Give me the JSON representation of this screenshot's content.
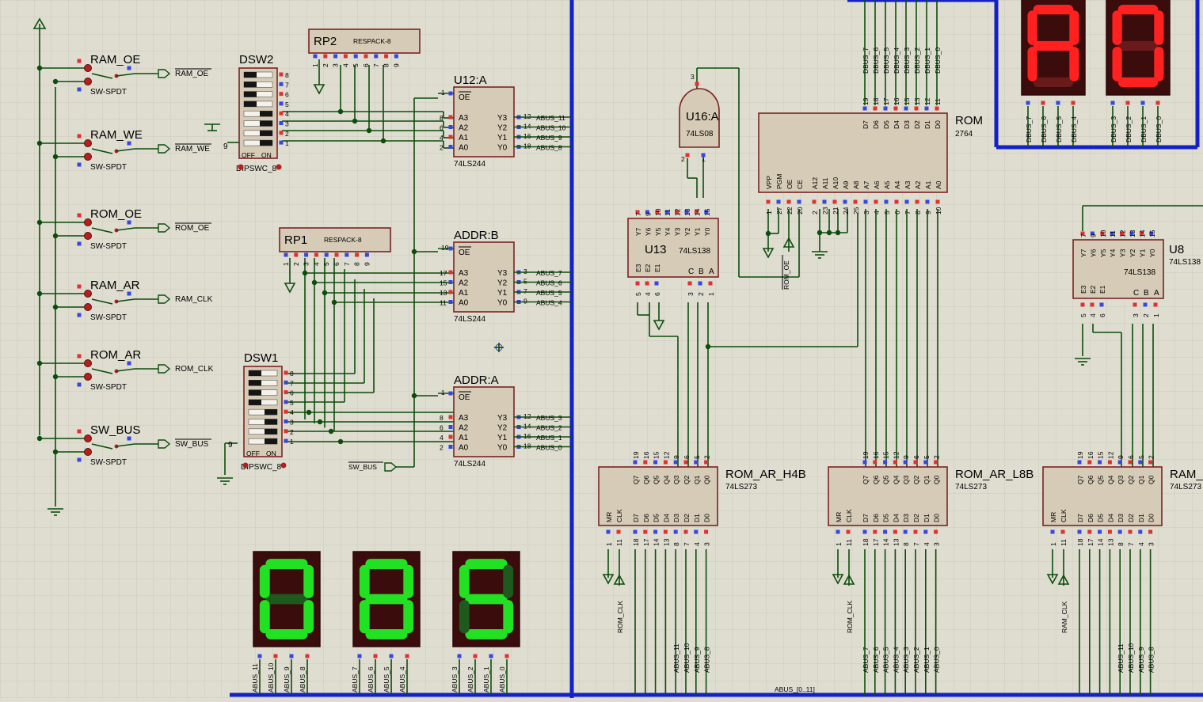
{
  "switches": [
    {
      "label": "RAM_OE",
      "type": "SW-SPDT",
      "net": "RAM_OE",
      "overbar": true
    },
    {
      "label": "RAM_WE",
      "type": "SW-SPDT",
      "net": "RAM_WE",
      "overbar": true
    },
    {
      "label": "ROM_OE",
      "type": "SW-SPDT",
      "net": "ROM_OE",
      "overbar": true
    },
    {
      "label": "RAM_AR",
      "type": "SW-SPDT",
      "net": "RAM_CLK",
      "overbar": false
    },
    {
      "label": "ROM_AR",
      "type": "SW-SPDT",
      "net": "ROM_CLK",
      "overbar": false
    },
    {
      "label": "SW_BUS",
      "type": "SW-SPDT",
      "net": "SW_BUS",
      "overbar": true
    }
  ],
  "dipswitches": [
    {
      "name": "DSW2",
      "type": "DIPSWC_8",
      "pin": "9",
      "off": "OFF",
      "on": "ON",
      "pins": [
        "8",
        "7",
        "6",
        "5",
        "4",
        "3",
        "2",
        "1"
      ]
    },
    {
      "name": "DSW1",
      "type": "DIPSWC_8",
      "pin": "9",
      "off": "OFF",
      "on": "ON",
      "pins": [
        "8",
        "7",
        "6",
        "5",
        "4",
        "3",
        "2",
        "1"
      ]
    }
  ],
  "respacks": [
    {
      "name": "RP2",
      "type": "RESPACK-8",
      "pins": [
        "1",
        "2",
        "3",
        "4",
        "5",
        "6",
        "7",
        "8",
        "9"
      ]
    },
    {
      "name": "RP1",
      "type": "RESPACK-8",
      "pins": [
        "1",
        "2",
        "3",
        "4",
        "5",
        "6",
        "7",
        "8",
        "9"
      ]
    }
  ],
  "buffers": [
    {
      "name": "U12:A",
      "type": "74LS244",
      "oe": "OE",
      "in_pins": [
        "1",
        "8",
        "6",
        "4",
        "2"
      ],
      "inputs": [
        "A3",
        "A2",
        "A1",
        "A0"
      ],
      "outputs": [
        "Y3",
        "Y2",
        "Y1",
        "Y0"
      ],
      "out_pins": [
        "12",
        "14",
        "16",
        "18"
      ],
      "nets": [
        "ABUS_11",
        "ABUS_10",
        "ABUS_9",
        "ABUS_8"
      ]
    },
    {
      "name": "ADDR:B",
      "type": "74LS244",
      "oe": "OE",
      "in_pins": [
        "19",
        "17",
        "15",
        "13",
        "11"
      ],
      "inputs": [
        "A3",
        "A2",
        "A1",
        "A0"
      ],
      "outputs": [
        "Y3",
        "Y2",
        "Y1",
        "Y0"
      ],
      "out_pins": [
        "3",
        "5",
        "7",
        "9"
      ],
      "nets": [
        "ABUS_7",
        "ABUS_6",
        "ABUS_5",
        "ABUS_4"
      ]
    },
    {
      "name": "ADDR:A",
      "type": "74LS244",
      "oe": "OE",
      "in_pins": [
        "1",
        "8",
        "6",
        "4",
        "2"
      ],
      "inputs": [
        "A3",
        "A2",
        "A1",
        "A0"
      ],
      "outputs": [
        "Y3",
        "Y2",
        "Y1",
        "Y0"
      ],
      "out_pins": [
        "12",
        "14",
        "16",
        "18"
      ],
      "nets": [
        "ABUS_3",
        "ABUS_2",
        "ABUS_1",
        "ABUS_0"
      ]
    }
  ],
  "sw_bus_net": "SW_BUS",
  "bottom_displays": [
    {
      "value": "0",
      "nets": [
        "ABUS_11",
        "ABUS_10",
        "ABUS_9",
        "ABUS_8"
      ]
    },
    {
      "value": "8",
      "nets": [
        "ABUS_7",
        "ABUS_6",
        "ABUS_5",
        "ABUS_4"
      ]
    },
    {
      "value": "5",
      "nets": [
        "ABUS_3",
        "ABUS_2",
        "ABUS_1",
        "ABUS_0"
      ]
    }
  ],
  "top_displays": [
    {
      "value": "A",
      "nets": [
        "DBUS_7",
        "DBUS_6",
        "DBUS_5",
        "DBUS_4"
      ]
    },
    {
      "value": "0",
      "nets": [
        "DBUS_3",
        "DBUS_2",
        "DBUS_1",
        "DBUS_0"
      ]
    }
  ],
  "gate": {
    "name": "U16:A",
    "type": "74LS08",
    "pins": [
      "3",
      "2",
      "1"
    ]
  },
  "decoders": [
    {
      "name": "U13",
      "type": "74LS138",
      "outputs": [
        "Y7",
        "Y6",
        "Y5",
        "Y4",
        "Y3",
        "Y2",
        "Y1",
        "Y0"
      ],
      "out_pins": [
        "7",
        "9",
        "10",
        "11",
        "12",
        "13",
        "14",
        "15"
      ],
      "enables": [
        "E3",
        "E2",
        "E1"
      ],
      "en_pins": [
        "5",
        "4",
        "6"
      ],
      "selects": [
        "C",
        "B",
        "A"
      ],
      "sel_pins": [
        "3",
        "2",
        "1"
      ]
    },
    {
      "name": "U8",
      "type": "74LS138",
      "outputs": [
        "Y7",
        "Y6",
        "Y5",
        "Y4",
        "Y3",
        "Y2",
        "Y1",
        "Y0"
      ],
      "out_pins": [
        "7",
        "9",
        "10",
        "11",
        "12",
        "13",
        "14",
        "15"
      ],
      "enables": [
        "E3",
        "E2",
        "E1"
      ],
      "en_pins": [
        "5",
        "4",
        "6"
      ],
      "selects": [
        "C",
        "B",
        "A"
      ],
      "sel_pins": [
        "3",
        "2",
        "1"
      ]
    }
  ],
  "rom": {
    "name": "ROM",
    "type": "2764",
    "data_labels": [
      "D7",
      "D6",
      "D5",
      "D4",
      "D3",
      "D2",
      "D1",
      "D0"
    ],
    "data_pins": [
      "19",
      "18",
      "17",
      "16",
      "15",
      "13",
      "12",
      "11"
    ],
    "data_nets": [
      "DBUS_7",
      "DBUS_6",
      "DBUS_5",
      "DBUS_4",
      "DBUS_3",
      "DBUS_2",
      "DBUS_1",
      "DBUS_0"
    ],
    "ctrl_labels": [
      "VPP",
      "PGM",
      "OE",
      "CE"
    ],
    "ctrl_pins": [
      "1",
      "27",
      "22",
      "20"
    ],
    "addr_labels": [
      "A12",
      "A11",
      "A10",
      "A9",
      "A8",
      "A7",
      "A6",
      "A5",
      "A4",
      "A3",
      "A2",
      "A1",
      "A0"
    ],
    "addr_pins": [
      "2",
      "23",
      "21",
      "24",
      "25",
      "3",
      "4",
      "5",
      "6",
      "7",
      "8",
      "9",
      "10"
    ],
    "rom_oe_net": "ROM_OE"
  },
  "registers": [
    {
      "name": "ROM_AR_H4B",
      "type": "74LS273",
      "clk_net": "ROM_CLK",
      "abus": [
        "ABUS_11",
        "ABUS_10",
        "ABUS_9",
        "ABUS_8"
      ]
    },
    {
      "name": "ROM_AR_L8B",
      "type": "74LS273",
      "clk_net": "ROM_CLK",
      "abus": [
        "ABUS_7",
        "ABUS_6",
        "ABUS_5",
        "ABUS_4",
        "ABUS_3",
        "ABUS_2",
        "ABUS_1",
        "ABUS_0"
      ]
    },
    {
      "name": "RAM_",
      "type": "74LS273",
      "clk_net": "RAM_CLK",
      "abus": [
        "ABUS_11",
        "ABUS_10",
        "ABUS_9",
        "ABUS_8"
      ]
    }
  ],
  "reg_q_labels": [
    "Q7",
    "Q6",
    "Q5",
    "Q4",
    "Q3",
    "Q2",
    "Q1",
    "Q0"
  ],
  "reg_q_pins": [
    "19",
    "16",
    "15",
    "12",
    "9",
    "6",
    "5",
    "2"
  ],
  "reg_d_labels": [
    "D7",
    "D6",
    "D5",
    "D4",
    "D3",
    "D2",
    "D1",
    "D0"
  ],
  "reg_d_pins": [
    "18",
    "17",
    "14",
    "13",
    "8",
    "7",
    "4",
    "3"
  ],
  "reg_ctrl_labels": [
    "MR",
    "CLK"
  ],
  "reg_ctrl_pins": [
    "1",
    "11"
  ],
  "abus_bus_label": "ABUS_[0..11]",
  "colors": {
    "wire": "#0b4d0b",
    "bus": "#1420c8",
    "chip_fill": "#d5cbb6",
    "chip_border": "#7a2323",
    "seg_green": "#22e022",
    "seg_red": "#ff2020",
    "background": "#deddd0"
  }
}
